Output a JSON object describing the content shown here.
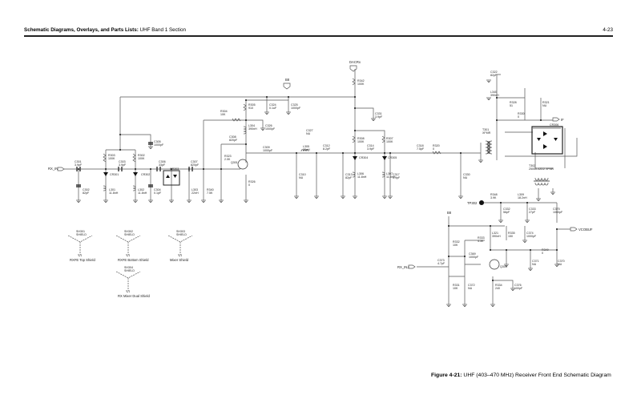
{
  "header": {
    "section_bold": "Schematic Diagrams, Overlays, and Parts Lists:",
    "section_rest": " UHF Band 1 Section",
    "page_number": "4-23"
  },
  "caption": {
    "bold": "Figure 4-21:",
    "rest": " UHF (403–470 MHz) Receiver Front End Schematic Diagram"
  },
  "ports": {
    "rx_in": "RX_IN",
    "b8_top": "B8",
    "dacrx": "DACRx",
    "if": "IF",
    "tp302": "TP302",
    "vcobuf": "VCOBUF",
    "b8_low": "B8",
    "rx_inj": "RX_INJ"
  },
  "parts": [
    [
      "C301",
      "3.9pF"
    ],
    [
      "C302",
      "82pF"
    ],
    [
      "R303",
      "100K"
    ],
    [
      "CR301",
      ""
    ],
    [
      "L301",
      "11.8nH"
    ],
    [
      "C303",
      "3.9pF"
    ],
    [
      "R302",
      "100K"
    ],
    [
      "CR302",
      ""
    ],
    [
      "L302",
      "11.8nH"
    ],
    [
      "C304",
      "0.1pF"
    ],
    [
      "C305",
      "1000pF"
    ],
    [
      "C306",
      "33pF"
    ],
    [
      "CR303",
      ""
    ],
    [
      "C307",
      "820pF"
    ],
    [
      "L303",
      "22nH"
    ],
    [
      "R340",
      "7.5K"
    ],
    [
      "R304",
      "10K"
    ],
    [
      "R305",
      "910"
    ],
    [
      "C324",
      "0.1uF"
    ],
    [
      "C325",
      "1000pF"
    ],
    [
      "L304",
      "390nH"
    ],
    [
      "C326",
      "1000pF"
    ],
    [
      "C308",
      "820pF"
    ],
    [
      "R323",
      "2.0K"
    ],
    [
      "Q301",
      ""
    ],
    [
      "R326",
      "0"
    ],
    [
      "C309",
      "1000pF"
    ],
    [
      "C327",
      "NU"
    ],
    [
      "L305",
      "33nH"
    ],
    [
      "C310",
      "NU"
    ],
    [
      "C312",
      "8.2pF"
    ],
    [
      "C313",
      "82pF"
    ],
    [
      "R342",
      "100K"
    ],
    [
      "C331",
      "3.9pF"
    ],
    [
      "R308",
      "100K"
    ],
    [
      "CR304",
      ""
    ],
    [
      "L306",
      "11.8nH"
    ],
    [
      "C314",
      "3.9pF"
    ],
    [
      "R307",
      "100K"
    ],
    [
      "CR305",
      ""
    ],
    [
      "L307",
      "11.8nH"
    ],
    [
      "C317",
      "3.9pF"
    ],
    [
      "C318",
      "7.5pF"
    ],
    [
      "R320",
      "0"
    ],
    [
      "C330",
      "NU"
    ],
    [
      "C322",
      "82pF"
    ],
    [
      "L340",
      "390nH"
    ],
    [
      "R328",
      "51"
    ],
    [
      "R321",
      "NU"
    ],
    [
      "R330",
      "0"
    ],
    [
      "T301",
      "XFMR"
    ],
    [
      "CR306",
      ""
    ],
    [
      "T302",
      "25050-4ZD2 XFMR"
    ],
    [
      "R348",
      "3.9K"
    ],
    [
      "L309",
      "18.2nH"
    ],
    [
      "C332",
      "56pF"
    ],
    [
      "C333",
      "27pF"
    ],
    [
      "C375",
      "1000pF"
    ],
    [
      "R332",
      "10K"
    ],
    [
      "C373",
      "4.7pF"
    ],
    [
      "R333",
      "4.3K"
    ],
    [
      "C369",
      "1000pF"
    ],
    [
      "L321",
      "390nH"
    ],
    [
      "R335",
      "150"
    ],
    [
      "C374",
      "1000pF"
    ],
    [
      "Q303",
      ""
    ],
    [
      "R349",
      "0"
    ],
    [
      "C371",
      "NU"
    ],
    [
      "C370",
      "NU"
    ],
    [
      "R331",
      "10K"
    ],
    [
      "C372",
      "NU"
    ],
    [
      "R334",
      "240"
    ],
    [
      "C376",
      "100pF"
    ]
  ],
  "shields": [
    {
      "ref": "SH301",
      "type": "SHIELD",
      "name": "RXFE Top Shield"
    },
    {
      "ref": "SH302",
      "type": "SHIELD",
      "name": "RXFE Bottom Shield"
    },
    {
      "ref": "SH303",
      "type": "SHIELD",
      "name": "Mixer Shield"
    },
    {
      "ref": "SH304",
      "type": "SHIELD",
      "name": "RX Mixer Dual Shield"
    }
  ]
}
